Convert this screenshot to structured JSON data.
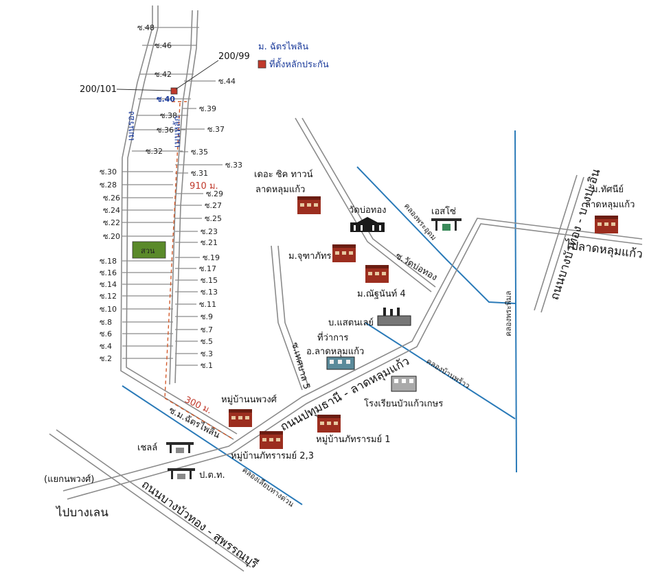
{
  "legend": {
    "village_name": "ม. ฉัตรไพลิน",
    "collateral_location": "ที่ตั้งหลักประกัน",
    "marker_color": "#c0392b"
  },
  "plot_numbers": {
    "plot_a": "200/99",
    "plot_b": "200/101"
  },
  "lanes": {
    "left": [
      "ซ.48",
      "ซ.46",
      "ซ.42",
      "ซ.40",
      "ซ.38",
      "ซ.36",
      "ซ.32",
      "ซ.30",
      "ซ.28",
      "ซ.26",
      "ซ.24",
      "ซ.22",
      "ซ.20",
      "ซ.18",
      "ซ.16",
      "ซ.14",
      "ซ.12",
      "ซ.10",
      "ซ.8",
      "ซ.6",
      "ซ.4",
      "ซ.2"
    ],
    "right": [
      "ซ.44",
      "ซ.39",
      "ซ.37",
      "ซ.35",
      "ซ.33",
      "ซ.31",
      "ซ.29",
      "ซ.27",
      "ซ.25",
      "ซ.23",
      "ซ.21",
      "ซ.19",
      "ซ.17",
      "ซ.15",
      "ซ.13",
      "ซ.11",
      "ซ.9",
      "ซ.7",
      "ซ.5",
      "ซ.3",
      "ซ.1"
    ]
  },
  "street_labels": {
    "left_main": "เมนรอง",
    "right_main": "เมนหลัก",
    "soi_chatphailin": "ซ.ม.ฉัตรไพลิน",
    "soi_watbothong": "ซ.วัดบ่อทอง",
    "soi_tessaban5": "ซ.เทศบาล 5",
    "pathum_lat_lum_kaeo_road": "ถนนปทุมธานี - ลาดหลุมแก้ว",
    "bang_bua_thong_suphan_road": "ถนนบางบัวทอง - สุพรรณบุรี",
    "bang_bua_thong_bang_pa_in_road": "ถนนบางบัวทอง - บางปะอิน",
    "to_lat_lum_kaeo": "ไปลาดหลุมแก้ว",
    "to_bang_len": "ไปบางเลน",
    "phuang_intersection": "(แยกนพวงศ์)"
  },
  "canals": {
    "canal_a": "คลองพระอุดม",
    "canal_b": "คลองพระพิมล",
    "canal_c": "คลองบ้านพร้าว",
    "canal_d": "คลองเลียบทางด่วน"
  },
  "distances": {
    "d_910": "910 ม.",
    "d_300": "300 ม."
  },
  "park": {
    "label": "สวน",
    "color": "#5a8a2a"
  },
  "landmarks": {
    "the_city_line1": "เดอะ ซิค ทาวน์",
    "the_city_line2": "ลาดหลุมแก้ว",
    "wat_bo_thong": "วัดบ่อทอง",
    "esso": "เอสโซ่",
    "tassanee_line1": "ม.ทัศนีย์",
    "tassanee_line2": "ลาดหลุมแก้ว",
    "jutaphat": "ม.จุฑาภัทร",
    "nanthanan": "ม.ณัฐนันท์ 4",
    "stanley": "บ.แสตนเลย์",
    "district_office_line1": "ที่ว่าการ",
    "district_office_line2": "อ.ลาดหลุมแก้ว",
    "school": "โรงเรียนบัวแก้วเกษร",
    "village_phuang": "หมู่บ้านนพวงศ์",
    "village_phattharam_1": "หมู่บ้านภัทรารมย์ 1",
    "village_phattharam_23": "หมู่บ้านภัทรารมย์ 2,3",
    "shell": "เชลล์",
    "ptt": "ป.ต.ท."
  }
}
